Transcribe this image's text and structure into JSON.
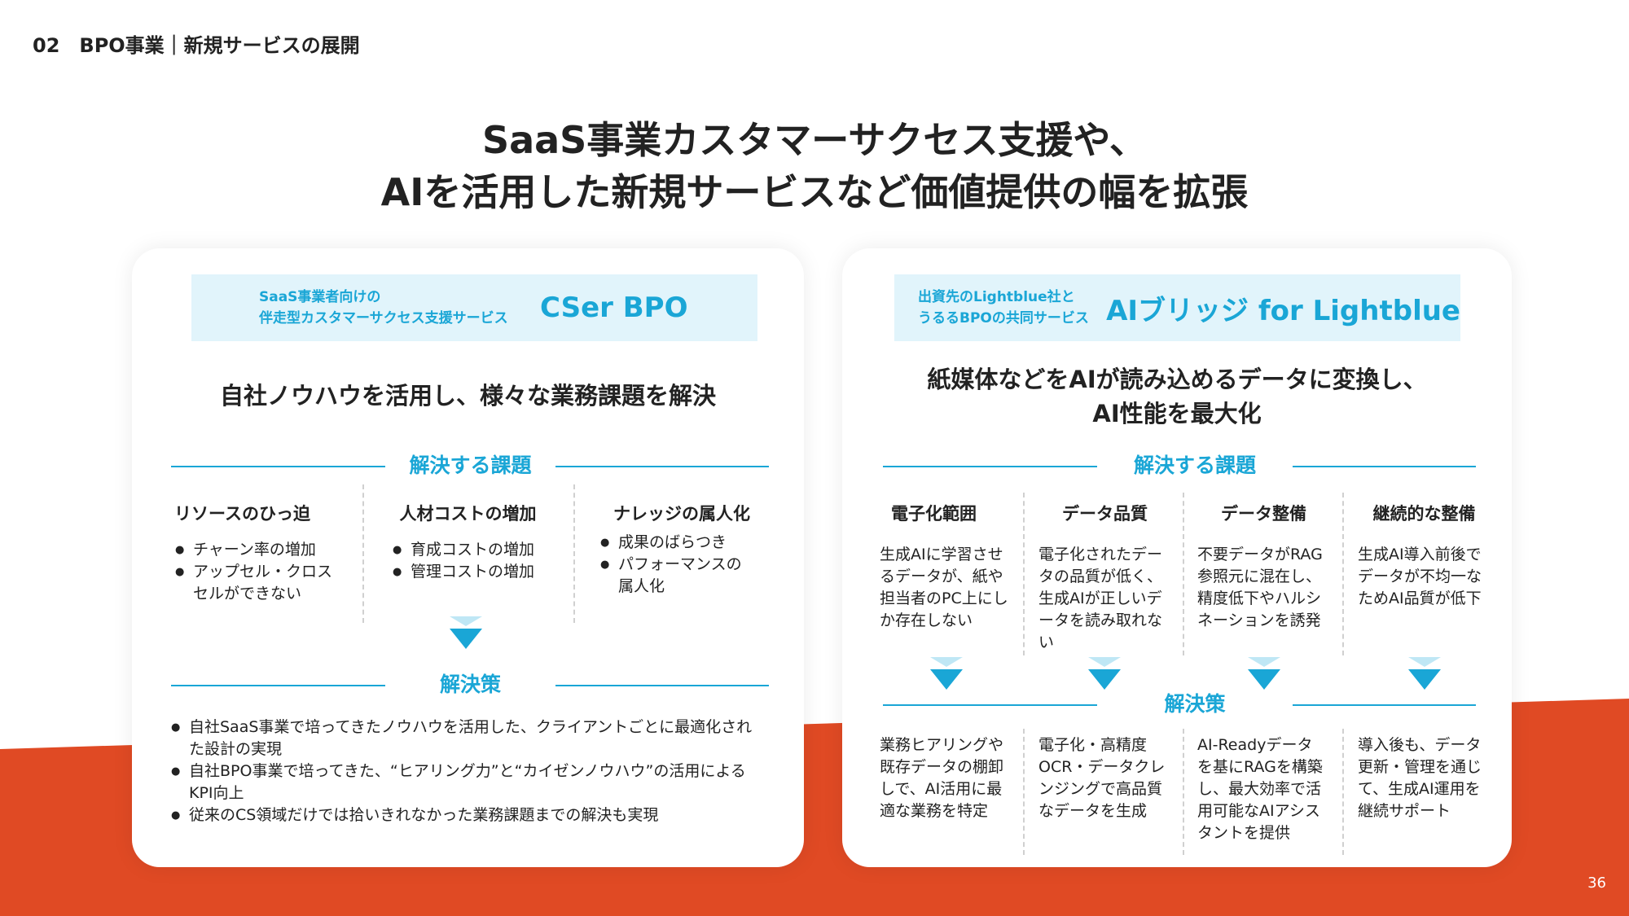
{
  "header": {
    "section_label": "02　BPO事業｜新規サービスの展開"
  },
  "title": {
    "line1": "SaaS事業カスタマーサクセス支援や、",
    "line2": "AIを活用した新規サービスなど価値提供の幅を拡張"
  },
  "left_card": {
    "sub_line1": "SaaS事業者向けの",
    "sub_line2": "伴走型カスタマーサクセス支援サービス",
    "service_name": "CSer BPO",
    "lead": "自社ノウハウを活用し、様々な業務課題を解決",
    "issues_title": "解決する課題",
    "issues": [
      {
        "title": "リソースのひっ迫",
        "bullets": [
          "チャーン率の増加",
          "アップセル・クロスセルができない"
        ]
      },
      {
        "title": "人材コストの増加",
        "bullets": [
          "育成コストの増加",
          "管理コストの増加"
        ]
      },
      {
        "title": "ナレッジの属人化",
        "bullets": [
          "成果のばらつき",
          "パフォーマンスの属人化"
        ]
      }
    ],
    "solution_title": "解決策",
    "solutions": [
      "自社SaaS事業で培ってきたノウハウを活用した、クライアントごとに最適化された設計の実現",
      "自社BPO事業で培ってきた、“ヒアリング力”と“カイゼンノウハウ”の活用によるKPI向上",
      "従来のCS領域だけでは拾いきれなかった業務課題までの解決も実現"
    ]
  },
  "right_card": {
    "sub_line1": "出資先のLightblue社と",
    "sub_line2": "うるるBPOの共同サービス",
    "service_name": "AIブリッジ for Lightblue",
    "lead_line1": "紙媒体などをAIが読み込めるデータに変換し、",
    "lead_line2": "AI性能を最大化",
    "issues_title": "解決する課題",
    "columns": [
      {
        "title": "電子化範囲",
        "issue": "生成AIに学習させるデータが、紙や担当者のPC上にしか存在しない",
        "solution": "業務ヒアリングや既存データの棚卸しで、AI活用に最適な業務を特定"
      },
      {
        "title": "データ品質",
        "issue": "電子化されたデータの品質が低く、生成AIが正しいデータを読み取れない",
        "solution": "電子化・高精度OCR・データクレンジングで高品質なデータを生成"
      },
      {
        "title": "データ整備",
        "issue": "不要データがRAG参照元に混在し、精度低下やハルシネーションを誘発",
        "solution": "AI-Readyデータを基にRAGを構築し、最大効率で活用可能なAIアシスタントを提供"
      },
      {
        "title": "継続的な整備",
        "issue": "生成AI導入前後でデータが不均一なためAI品質が低下",
        "solution": "導入後も、データ更新・管理を通じて、生成AI運用を継続サポート"
      }
    ],
    "solution_title": "解決策"
  },
  "page_number": "36",
  "colors": {
    "accent_blue": "#1aa6d6",
    "accent_red": "#e04a24",
    "header_bg": "#e1f4fb"
  }
}
